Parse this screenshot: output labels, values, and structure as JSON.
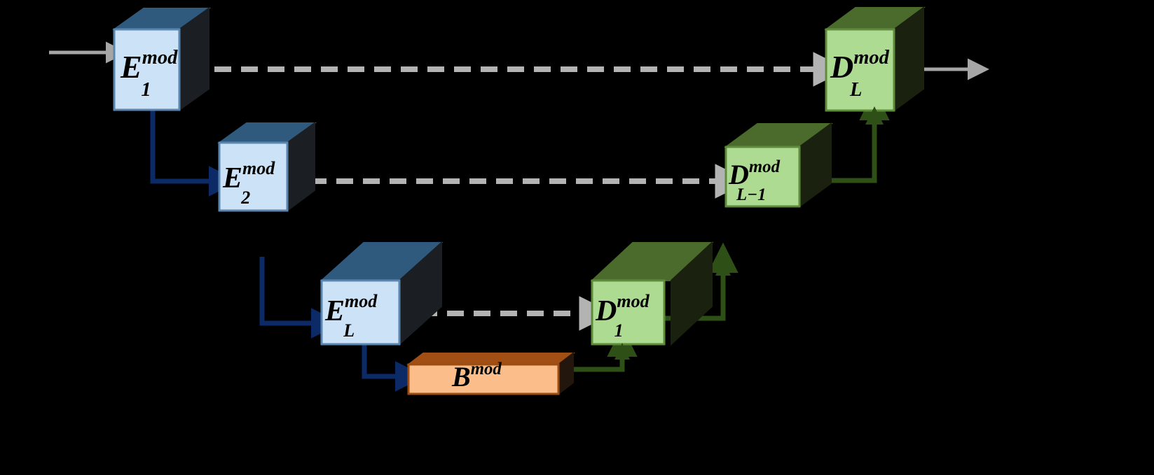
{
  "figure": {
    "type": "architecture-diagram",
    "subject": "Modulated U-Net encoder-decoder with skip connections",
    "background_color": "#000000"
  },
  "palette": {
    "encoder_front": "#CCE3F7",
    "encoder_top": "#2F5A7E",
    "encoder_side": "#1B1F24",
    "encoder_stroke": "#5B86B0",
    "decoder_front": "#AEDB92",
    "decoder_top": "#4A6B2B",
    "decoder_side": "#1A210F",
    "decoder_stroke": "#5F8C3C",
    "bottleneck_front": "#FBBE8A",
    "bottleneck_top": "#A14F14",
    "bottleneck_side": "#23160C",
    "bottleneck_stroke": "#9C4E12",
    "skip_arrow": "#B3B3B3",
    "io_arrow": "#A6A6A6",
    "downsample_arrow": "#0B2A66",
    "upsample_arrow": "#2E5016"
  },
  "blocks": [
    {
      "id": "encoder-1",
      "role": "encoder",
      "base": "E",
      "superscript": "mod",
      "subscript": "1"
    },
    {
      "id": "encoder-2",
      "role": "encoder",
      "base": "E",
      "superscript": "mod",
      "subscript": "2"
    },
    {
      "id": "encoder-L",
      "role": "encoder",
      "base": "E",
      "superscript": "mod",
      "subscript": "L"
    },
    {
      "id": "bottleneck",
      "role": "bottleneck",
      "base": "B",
      "superscript": "mod",
      "subscript": ""
    },
    {
      "id": "decoder-1",
      "role": "decoder",
      "base": "D",
      "superscript": "mod",
      "subscript": "1"
    },
    {
      "id": "decoder-L-1",
      "role": "decoder",
      "base": "D",
      "superscript": "mod",
      "subscript": "L−1"
    },
    {
      "id": "decoder-L",
      "role": "decoder",
      "base": "D",
      "superscript": "mod",
      "subscript": "L"
    }
  ],
  "connections": [
    {
      "id": "input-arrow",
      "kind": "io",
      "style": "solid",
      "from": "input",
      "to": "encoder-1"
    },
    {
      "id": "skip-1",
      "kind": "skip",
      "style": "dashed",
      "from": "encoder-1",
      "to": "decoder-L"
    },
    {
      "id": "skip-2",
      "kind": "skip",
      "style": "dashed",
      "from": "encoder-2",
      "to": "decoder-L-1"
    },
    {
      "id": "skip-L",
      "kind": "skip",
      "style": "dashed",
      "from": "encoder-L",
      "to": "decoder-1"
    },
    {
      "id": "down-1",
      "kind": "downsample",
      "style": "solid",
      "from": "encoder-1",
      "to": "encoder-2"
    },
    {
      "id": "down-2",
      "kind": "downsample",
      "style": "solid",
      "from": "encoder-2",
      "to": "encoder-L"
    },
    {
      "id": "down-L",
      "kind": "downsample",
      "style": "solid",
      "from": "encoder-L",
      "to": "bottleneck"
    },
    {
      "id": "up-B",
      "kind": "upsample",
      "style": "solid",
      "from": "bottleneck",
      "to": "decoder-1"
    },
    {
      "id": "up-1",
      "kind": "upsample",
      "style": "solid",
      "from": "decoder-1",
      "to": "decoder-next"
    },
    {
      "id": "up-L-1",
      "kind": "upsample",
      "style": "solid",
      "from": "decoder-L-1",
      "to": "decoder-L"
    },
    {
      "id": "output-arrow",
      "kind": "io",
      "style": "solid",
      "from": "decoder-L",
      "to": "output"
    }
  ]
}
